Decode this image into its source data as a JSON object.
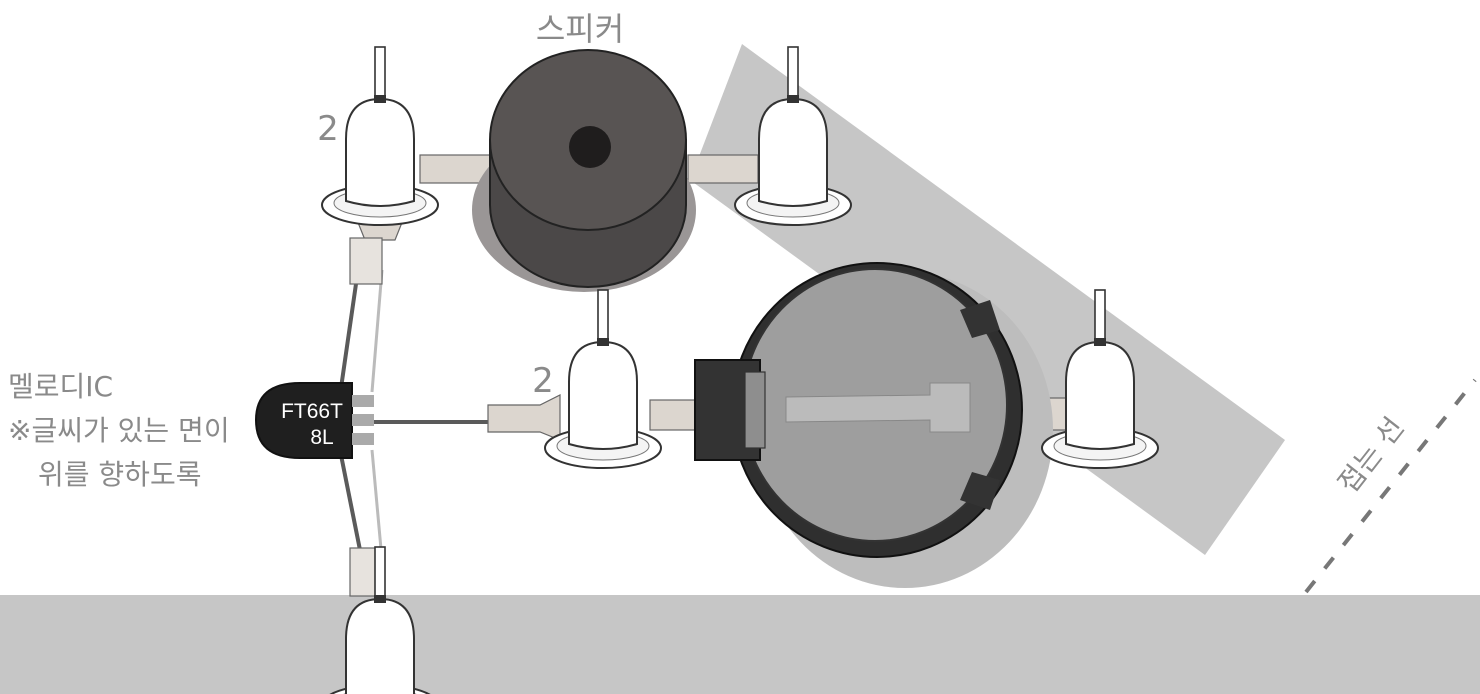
{
  "labels": {
    "speaker": "스피커",
    "count_top_left": "2",
    "count_middle": "2",
    "melody_ic_line1": "멜로디IC",
    "melody_ic_line2": "※글씨가 있는 면이",
    "melody_ic_line3": "위를 향하도록",
    "fold_line": "접는 선"
  },
  "chip": {
    "line1": "FT66T",
    "line2": "8L"
  },
  "colors": {
    "band": "#c6c6c6",
    "speaker": "#585453",
    "speaker_side": "#4b4848",
    "battery_body": "#9e9e9e",
    "battery_rim": "#2f2f2f",
    "chip": "#1f1f1f",
    "wire": "#5a5a5a",
    "led": "#ffffff"
  }
}
